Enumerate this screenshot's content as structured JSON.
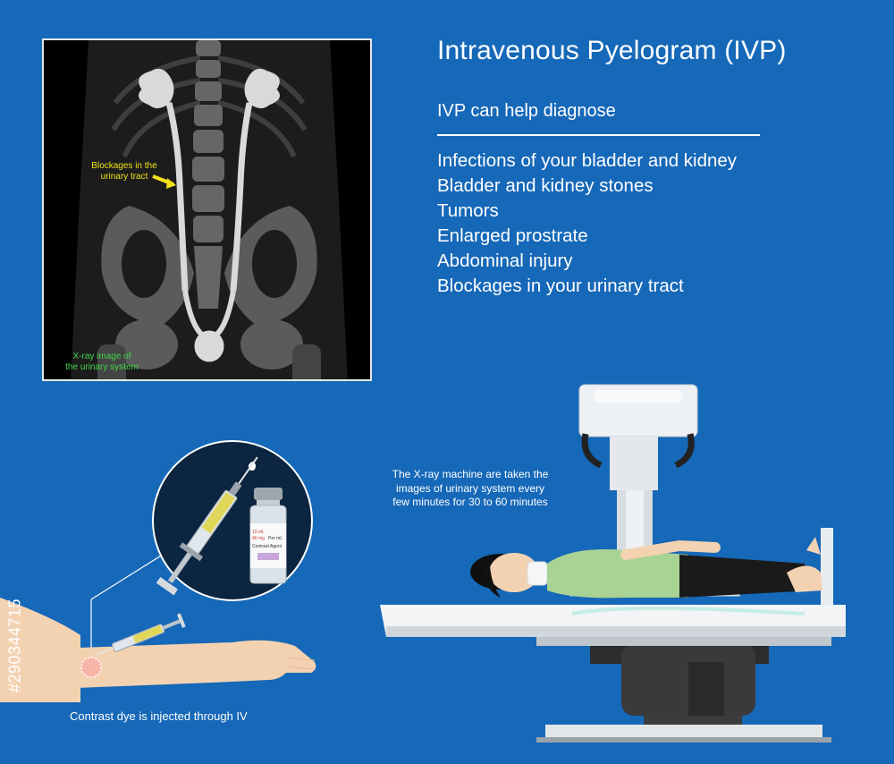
{
  "header": {
    "title": "Intravenous Pyelogram (IVP)",
    "subtitle": "IVP can help diagnose"
  },
  "diagnoses": [
    "Infections of your bladder and kidney",
    "Bladder and kidney stones",
    "Tumors",
    "Enlarged prostrate",
    "Abdominal injury",
    "Blockages in your urinary tract"
  ],
  "xray": {
    "blockage_label_line1": "Blockages in the",
    "blockage_label_line2": "urinary tract",
    "caption_line1": "X-ray image of",
    "caption_line2": "the urinary system"
  },
  "vial": {
    "dose1": "10 mL",
    "dose2": "40 mg",
    "per": "Per mL",
    "label": "Contrast Agent"
  },
  "notes": {
    "machine_line1": "The X-ray machine are taken the",
    "machine_line2": "images of urinary system every",
    "machine_line3": "few minutes for 30 to 60 minutes",
    "contrast": "Contrast dye is injected through IV"
  },
  "stock_id": "#290344715",
  "colors": {
    "background": "#1668b8",
    "text": "#ffffff",
    "xray_yellow_label": "#f2e21a",
    "xray_green_label": "#42d84a",
    "patient_shirt": "#a9d394",
    "skin": "#f3d2b2"
  }
}
